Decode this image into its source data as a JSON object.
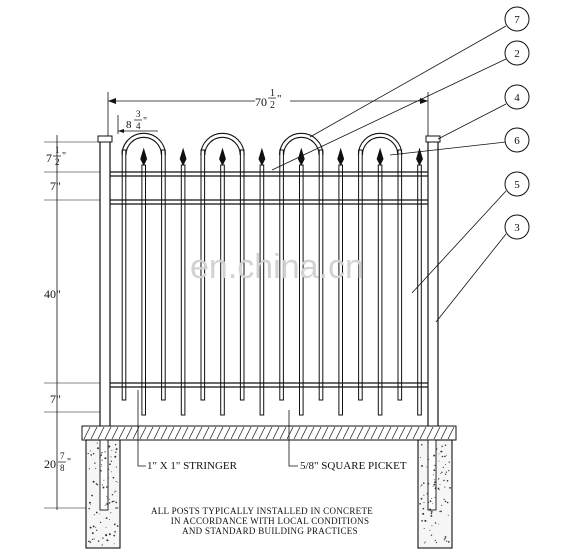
{
  "watermark": "en.china.cn",
  "dimensions": {
    "overall_width": {
      "whole": "70",
      "num": "1",
      "den": "2",
      "unit": "\""
    },
    "picket_spacing": {
      "whole": "8",
      "num": "3",
      "den": "4",
      "unit": "\""
    },
    "top_extension": {
      "whole": "7",
      "num": "1",
      "den": "2",
      "unit": "\""
    },
    "rail_gap_top": "7\"",
    "panel_height": "40\"",
    "rail_gap_bottom": "7\"",
    "footing_depth": {
      "whole": "20",
      "num": "7",
      "den": "8",
      "unit": "\""
    }
  },
  "labels": {
    "stringer": "1\" X 1\" STRINGER",
    "picket": "5/8\" SQUARE PICKET",
    "note_lines": [
      "ALL POSTS TYPICALLY INSTALLED IN CONCRETE",
      "IN ACCORDANCE WITH LOCAL CONDITIONS",
      "AND STANDARD BUILDING PRACTICES"
    ]
  },
  "callouts": [
    "7",
    "2",
    "4",
    "6",
    "5",
    "3"
  ],
  "colors": {
    "line": "#111111",
    "background": "#ffffff",
    "concrete": "#f6f6f6"
  }
}
